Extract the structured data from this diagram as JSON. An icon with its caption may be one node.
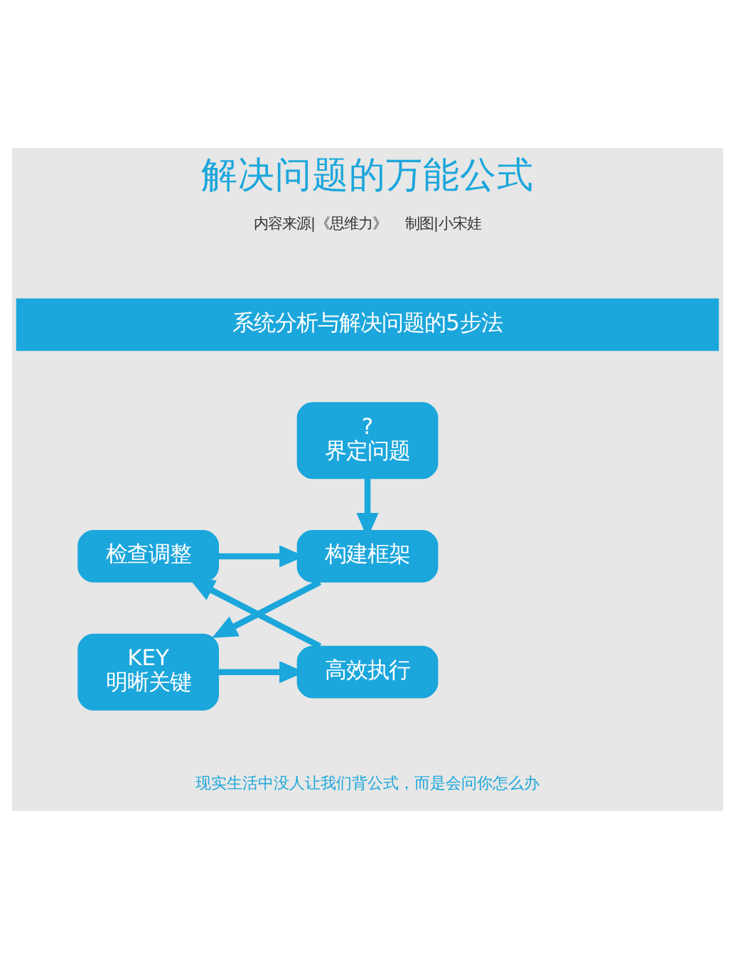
{
  "diagram": {
    "title": "解决问题的万能公式",
    "caption": "现实生活中没人让我们背公式，而是会问你怎么办",
    "nodes": [
      {
        "text": [
          "系统分析与解决问题的5步法"
        ]
      },
      {
        "text": [
          "?",
          "界定问题"
        ]
      },
      {
        "text": [
          "检查调整"
        ]
      },
      {
        "text": [
          "构建框架"
        ]
      },
      {
        "text": [
          "高效执行"
        ]
      },
      {
        "text": [
          "KEY",
          "明晰关键"
        ]
      }
    ],
    "edges": [
      {
        "from": 1,
        "to": 3,
        "arrow": "to"
      },
      {
        "from": 3,
        "to": 5,
        "arrow": "to"
      },
      {
        "from": 5,
        "to": 4,
        "arrow": "to"
      },
      {
        "from": 4,
        "to": 2,
        "arrow": "to"
      },
      {
        "from": 2,
        "to": 3,
        "arrow": "to"
      }
    ],
    "labels": [
      "内容来源|《思维力》",
      "制图|小宋娃"
    ]
  }
}
